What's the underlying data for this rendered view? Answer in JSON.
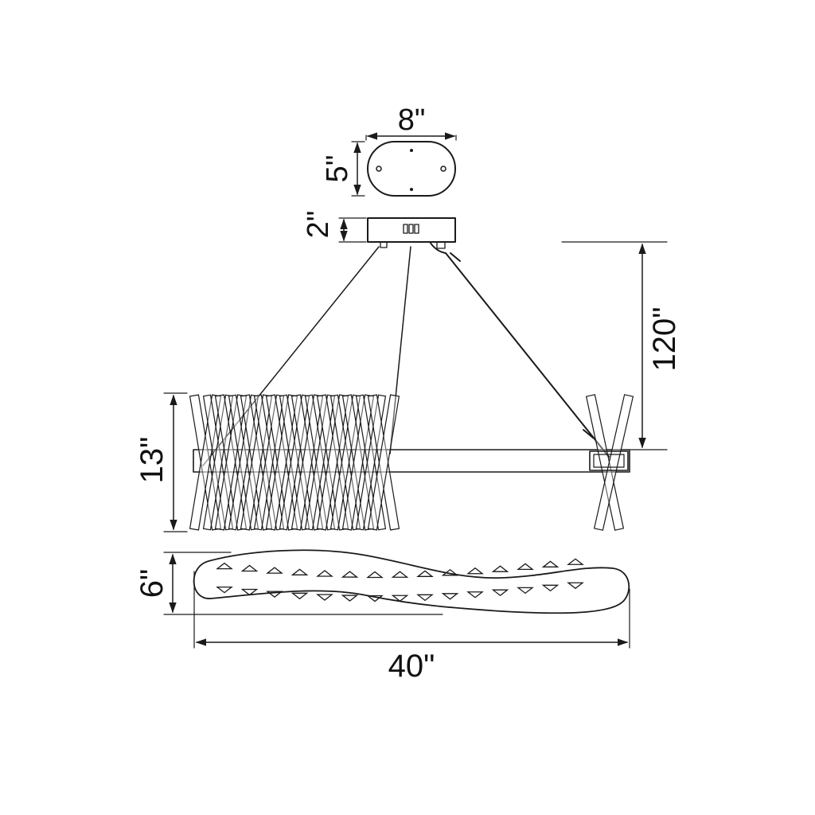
{
  "colors": {
    "line": "#1a1a1a",
    "background": "#ffffff"
  },
  "dimensions": {
    "canopy_width": "8\"",
    "canopy_depth": "5\"",
    "canopy_height": "2\"",
    "hanging_length": "120\"",
    "fixture_height": "13\"",
    "fixture_depth": "6\"",
    "fixture_width": "40\""
  }
}
